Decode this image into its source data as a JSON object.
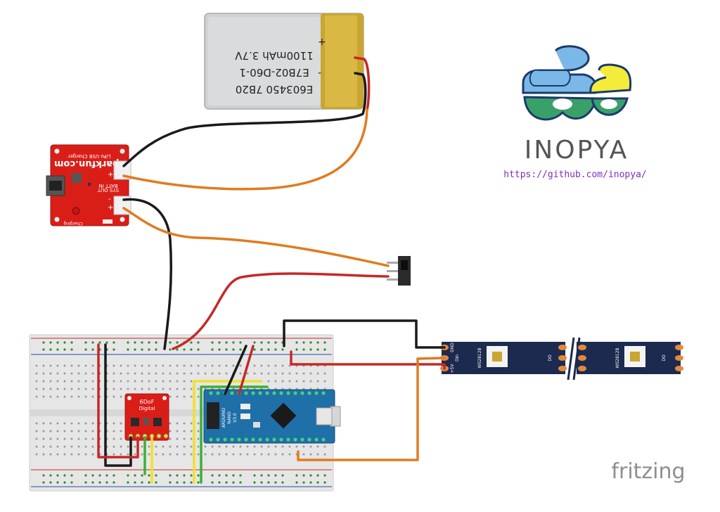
{
  "battery": {
    "line1": "E603450 7B20",
    "line2": "E7B02-D60-1",
    "line3": "1100mAh 3.7V",
    "minus": "-",
    "plus": "+"
  },
  "charger": {
    "brand": "sparkfun.com",
    "title": "LiPo USB Charger",
    "batt_in": "BATT IN",
    "sys_out": "SYS OUT",
    "charging": "Charging",
    "plus": "+",
    "minus": "-"
  },
  "logo": {
    "name": "INOPYA",
    "url": "https://github.com/inopya/"
  },
  "imu": {
    "title": "6DoF",
    "subtitle": "Digital"
  },
  "arduino": {
    "name": "ARDUINO",
    "model": "NANO",
    "version": "V3.0"
  },
  "led_strip": {
    "chip_label": "WS2812B",
    "pin_gnd": "GND",
    "pin_din": "Din",
    "pin_5v": "+5V",
    "pin_do": "DO"
  },
  "watermark": "fritzing",
  "colors": {
    "battery_body": "#d0d1d3",
    "battery_tab": "#c9a532",
    "charger_board": "#d91e18",
    "imu_board": "#d91e18",
    "arduino_board": "#1f6fa8",
    "led_strip": "#1c2a4f",
    "breadboard": "#e6e6e6",
    "wire_black": "#1a1a1a",
    "wire_red": "#c62828",
    "wire_orange": "#e07b21",
    "wire_yellow": "#f2e02a",
    "wire_green": "#3cb034",
    "logo_blue": "#7ab8e8",
    "logo_yellow": "#f4ec3a",
    "logo_green": "#3aa06a",
    "url_purple": "#7b2fbe"
  }
}
